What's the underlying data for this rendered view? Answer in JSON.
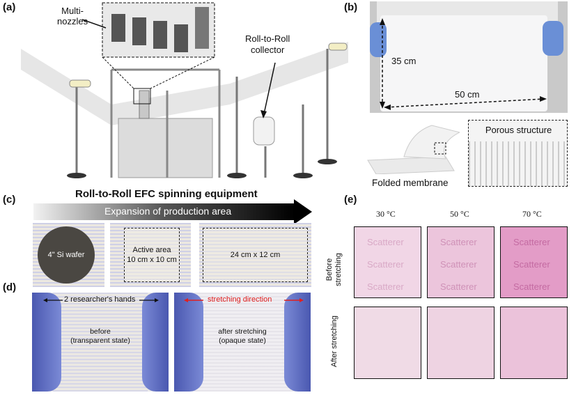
{
  "panels": {
    "a": "(a)",
    "b": "(b)",
    "c": "(c)",
    "d": "(d)",
    "e": "(e)"
  },
  "a": {
    "multi_nozzles": "Multi-\nnozzles",
    "roll_collector": "Roll-to-Roll\ncollector",
    "title": "Roll-to-Roll EFC spinning equipment"
  },
  "b": {
    "height": "35 cm",
    "width": "50 cm",
    "porous": "Porous structure",
    "folded": "Folded membrane"
  },
  "c": {
    "arrow": "Expansion of production area",
    "wafer": "4\"  Si wafer",
    "active": "Active area\n10 cm x 10 cm",
    "size3": "24 cm x 12 cm"
  },
  "d": {
    "hands": "2 researcher's hands",
    "stretch_dir": "stretching direction",
    "before": "before\n(transparent state)",
    "after": "after stretching\n(opaque state)"
  },
  "e": {
    "temps": [
      "30 °C",
      "50 °C",
      "70 °C"
    ],
    "row_before": "Before\nstretching",
    "row_after": "After stretching",
    "scatter_word": "Scatterer"
  }
}
